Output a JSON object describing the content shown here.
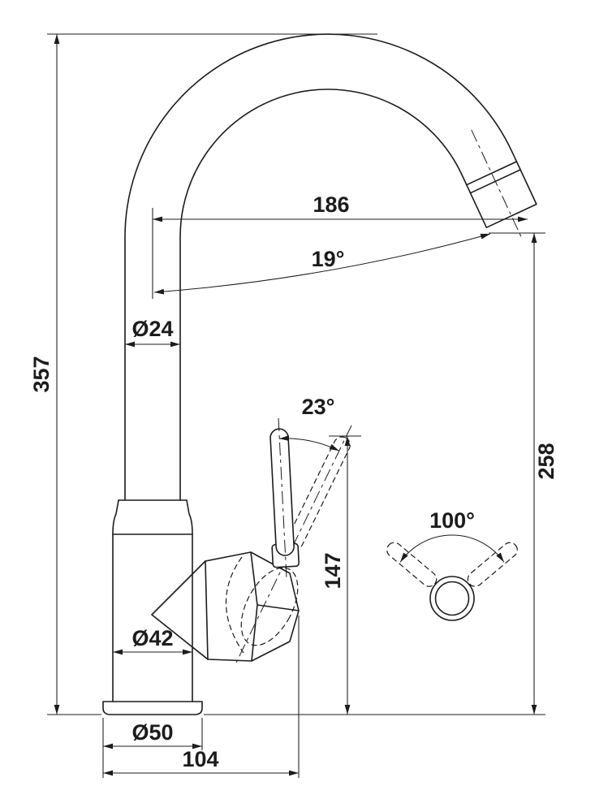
{
  "drawing": {
    "type": "technical-dimension-drawing",
    "subject": "kitchen-faucet-side-view",
    "background": "#ffffff",
    "line_color": "#1c1c1c",
    "dimensions": {
      "spout_reach": {
        "label": "186"
      },
      "spout_angle": {
        "label": "19°"
      },
      "spout_tube_diameter": {
        "label": "Ø24"
      },
      "overall_height": {
        "label": "357"
      },
      "handle_tilt_angle": {
        "label": "23°"
      },
      "spout_outlet_height": {
        "label": "258"
      },
      "handle_top_height": {
        "label": "147"
      },
      "handle_swing_angle": {
        "label": "100°"
      },
      "body_diameter": {
        "label": "Ø42"
      },
      "base_diameter": {
        "label": "Ø50"
      },
      "handle_offset": {
        "label": "104"
      }
    }
  }
}
